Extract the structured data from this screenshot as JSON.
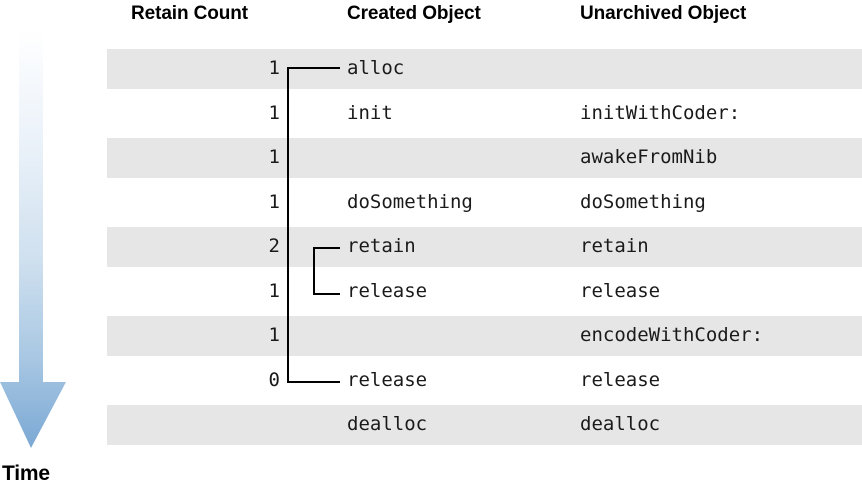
{
  "diagram": {
    "time_axis": {
      "label": "Time",
      "icon": "down-arrow-icon",
      "gradient_top_color": "#ffffff",
      "gradient_bottom_color": "#7aa9d6"
    },
    "columns": [
      {
        "key": "retain_count",
        "header": "Retain Count"
      },
      {
        "key": "created_object",
        "header": "Created Object"
      },
      {
        "key": "unarchived_object",
        "header": "Unarchived Object"
      }
    ],
    "stripe_color": "#e6e6e6",
    "rows": [
      {
        "retain_count": "1",
        "created_object": "alloc",
        "unarchived_object": "",
        "striped": true
      },
      {
        "retain_count": "1",
        "created_object": "init",
        "unarchived_object": "initWithCoder:",
        "striped": false
      },
      {
        "retain_count": "1",
        "created_object": "",
        "unarchived_object": "awakeFromNib",
        "striped": true
      },
      {
        "retain_count": "1",
        "created_object": "doSomething",
        "unarchived_object": "doSomething",
        "striped": false
      },
      {
        "retain_count": "2",
        "created_object": "retain",
        "unarchived_object": "retain",
        "striped": true
      },
      {
        "retain_count": "1",
        "created_object": "release",
        "unarchived_object": "release",
        "striped": false
      },
      {
        "retain_count": "1",
        "created_object": "",
        "unarchived_object": "encodeWithCoder:",
        "striped": true
      },
      {
        "retain_count": "0",
        "created_object": "release",
        "unarchived_object": "release",
        "striped": false
      },
      {
        "retain_count": "",
        "created_object": "dealloc",
        "unarchived_object": "dealloc",
        "striped": true
      }
    ]
  }
}
